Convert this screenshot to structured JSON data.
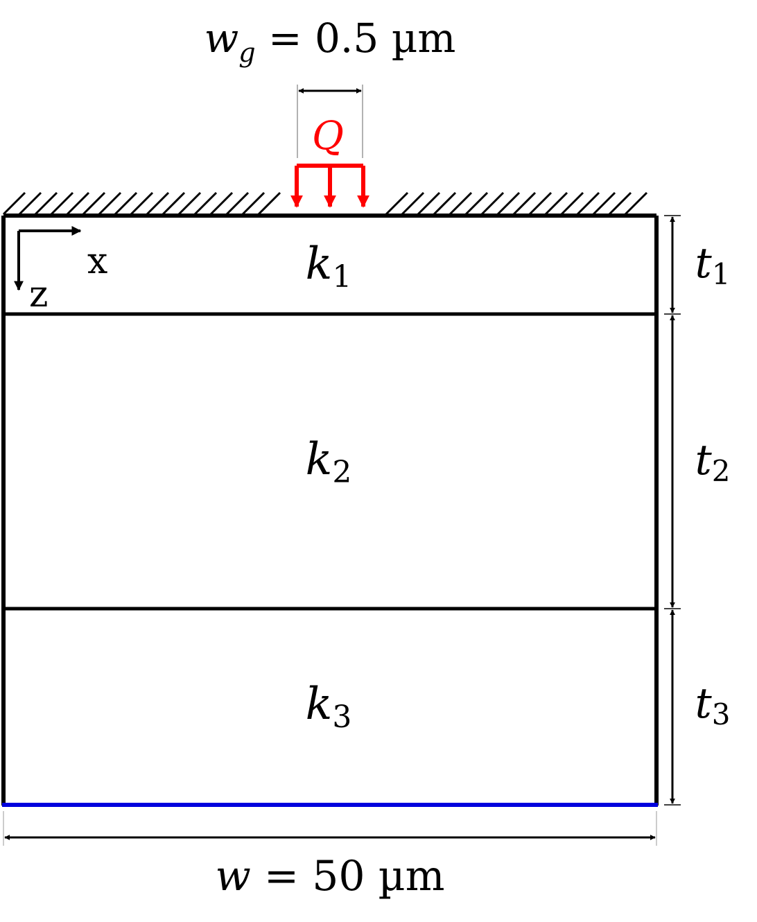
{
  "labels": {
    "gate_width": {
      "var": "w",
      "sub": "g",
      "eq": " = 0.5 µm"
    },
    "heat_source": "Q",
    "total_width": {
      "var": "w",
      "eq": " = 50 µm"
    },
    "axis_x": "x",
    "axis_z": "z",
    "layers": [
      {
        "var": "k",
        "sub": "1"
      },
      {
        "var": "k",
        "sub": "2"
      },
      {
        "var": "k",
        "sub": "3"
      }
    ],
    "thicknesses": [
      {
        "var": "t",
        "sub": "1"
      },
      {
        "var": "t",
        "sub": "2"
      },
      {
        "var": "t",
        "sub": "3"
      }
    ]
  },
  "colors": {
    "structure": "#000000",
    "heat_source": "#ff0000",
    "bottom_boundary": "#0000dd"
  },
  "icons": {
    "boundary": "hatched-adiabatic-boundary",
    "source": "heat-flux-arrows",
    "axes": "coordinate-axes"
  }
}
